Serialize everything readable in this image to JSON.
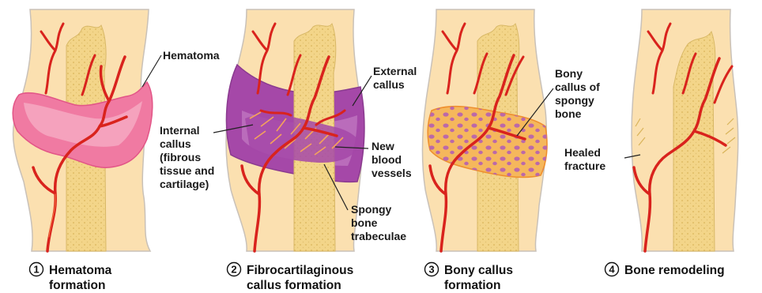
{
  "colors": {
    "tissue": "#fbe0b0",
    "tissue_edge": "#c9c1b8",
    "bone": "#f3d589",
    "bone_dots": "#d9b45a",
    "hematoma": "#f07aa2",
    "hematoma_light": "#f7b3c9",
    "fibro_callus": "#a548a8",
    "fibro_light": "#c886c8",
    "bony_callus": "#f5b75c",
    "bony_callus_edge": "#ef8f2e",
    "spongy_holes": "#b55fb1",
    "vessel": "#d9231d"
  },
  "panels": [
    {
      "id": 1,
      "number": "1",
      "caption": [
        "Hematoma",
        "formation"
      ]
    },
    {
      "id": 2,
      "number": "2",
      "caption": [
        "Fibrocartilaginous",
        "callus formation"
      ]
    },
    {
      "id": 3,
      "number": "3",
      "caption": [
        "Bony callus",
        "formation"
      ]
    },
    {
      "id": 4,
      "number": "4",
      "caption": [
        "Bone remodeling"
      ]
    }
  ],
  "labels": {
    "hematoma": [
      "Hematoma"
    ],
    "internal_callus": [
      "Internal",
      "callus",
      "(fibrous",
      "tissue and",
      "cartilage)"
    ],
    "external_callus": [
      "External",
      "callus"
    ],
    "new_vessels": [
      "New",
      "blood",
      "vessels"
    ],
    "spongy_trabeculae": [
      "Spongy",
      "bone",
      "trabeculae"
    ],
    "bony_callus": [
      "Bony",
      "callus of",
      "spongy",
      "bone"
    ],
    "healed_fracture": [
      "Healed",
      "fracture"
    ]
  }
}
